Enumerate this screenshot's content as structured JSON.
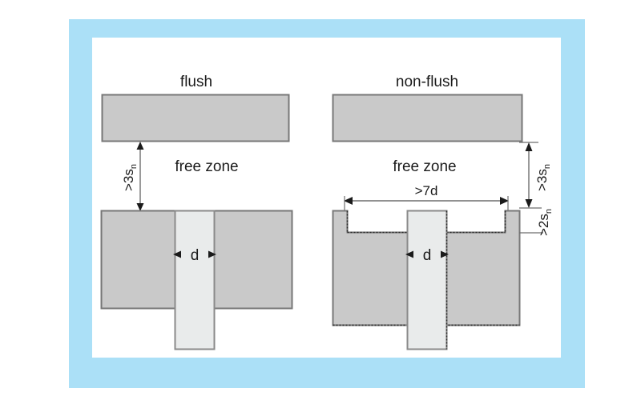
{
  "figure": {
    "background_color": "#ffffff",
    "frame_color": "#abe0f7",
    "panel_color": "#ffffff",
    "block_fill": "#c9c9c9",
    "block_stroke": "#777777",
    "sensor_fill": "#e9ebeb",
    "sensor_stroke": "#8a8a8a",
    "dim_line_color": "#6e6e6e",
    "dotted_color": "#2a2a2a",
    "text_color": "#1b1b1b"
  },
  "diagrams": {
    "flush": {
      "title": "flush",
      "free_zone_label": "free zone",
      "vertical_clearance": {
        "value": ">3s",
        "subscript": "n"
      },
      "sensor_diameter_label": "d"
    },
    "non_flush": {
      "title": "non-flush",
      "free_zone_label": "free zone",
      "vertical_clearance": {
        "value": ">3s",
        "subscript": "n"
      },
      "lateral_clearance": {
        "value": ">2s",
        "subscript": "n"
      },
      "width_clearance": {
        "value": ">7d",
        "subscript": ""
      },
      "sensor_diameter_label": "d"
    }
  }
}
